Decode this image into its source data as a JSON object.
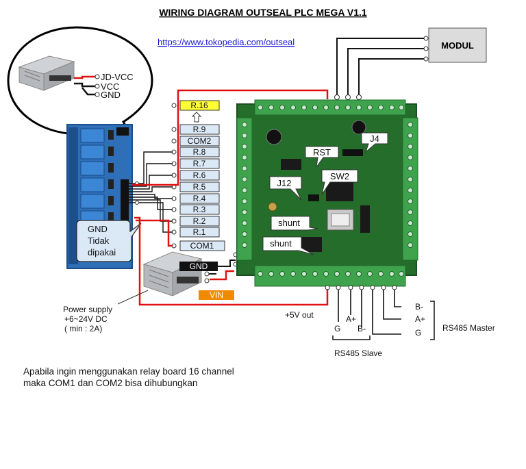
{
  "title": "WIRING DIAGRAM OUTSEAL PLC MEGA V1.1",
  "url": "https://www.tokopedia.com/outseal",
  "modul_label": "MODUL",
  "power_inset": {
    "jd_vcc": "JD-VCC",
    "vcc": "VCC",
    "gnd": "GND"
  },
  "relay_terminals": [
    "R.16",
    "R.9",
    "COM2",
    "R.8",
    "R.7",
    "R.6",
    "R.5",
    "R.4",
    "R.3",
    "R.2",
    "R.1",
    "COM1"
  ],
  "gnd_note": [
    "GND",
    "Tidak",
    "dipakai"
  ],
  "power_supply": {
    "gnd": "GND",
    "vin": "VIN",
    "caption": [
      "Power supply",
      "+6~24V DC",
      "( min : 2A)"
    ]
  },
  "board_callouts": [
    "RST",
    "J4",
    "J12",
    "SW2",
    "shunt",
    "shunt"
  ],
  "rs485": {
    "out_5v": "+5V out",
    "slave_labels": [
      "G",
      "A+",
      "B-"
    ],
    "slave_title": "RS485 Slave",
    "master_labels": [
      "B-",
      "A+",
      "G"
    ],
    "master_title": "RS485 Master"
  },
  "footer_note": [
    "Apabila ingin menggunakan relay board 16 channel",
    "maka COM1 dan COM2 bisa dihubungkan"
  ],
  "colors": {
    "relay_board": "#2f6fb8",
    "plc_board": "#2e7d32",
    "terminal_green": "#3fa34d",
    "wire_red": "#e01010",
    "r16_fill": "#ffff33",
    "terminal_fill": "#dbe9f7",
    "vin_fill": "#f08a00",
    "gnd_fill": "#111111"
  }
}
